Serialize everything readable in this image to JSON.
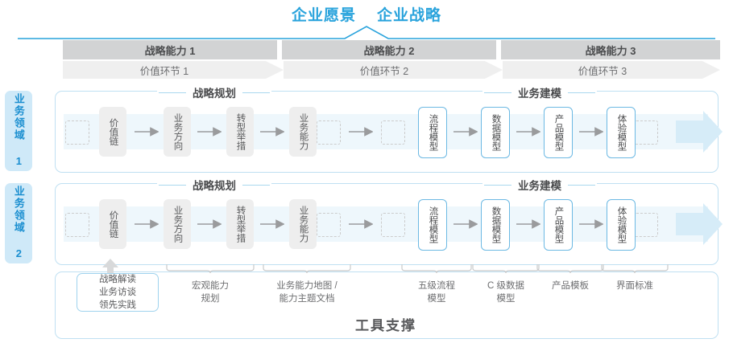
{
  "header": {
    "titles": [
      "企业愿景",
      "企业战略"
    ],
    "accent_color": "#29a3dc"
  },
  "capability_bars": {
    "capabilities": [
      "战略能力 1",
      "战略能力 2",
      "战略能力 3"
    ],
    "value_stages": [
      "价值环节 1",
      "价值环节 2",
      "价值环节 3"
    ],
    "capability_bar_color": "#d2d3d4",
    "value_bar_color": "#efefef"
  },
  "domains": [
    {
      "tab_label": "业务领域 1",
      "sections": [
        {
          "title": "战略规划",
          "stages": [
            "价值链",
            "业务方向",
            "转型举措",
            "业务能力"
          ]
        },
        {
          "title": "业务建模",
          "stages": [
            "流程模型",
            "数据模型",
            "产品模型",
            "体验模型"
          ]
        }
      ]
    },
    {
      "tab_label": "业务领域 2",
      "sections": [
        {
          "title": "战略规划",
          "stages": [
            "价值链",
            "业务方向",
            "转型举措",
            "业务能力"
          ]
        },
        {
          "title": "业务建模",
          "stages": [
            "流程模型",
            "数据模型",
            "产品模型",
            "体验模型"
          ]
        }
      ]
    }
  ],
  "tool_support": {
    "title": "工具支撑",
    "highlight_box": [
      "战略解读",
      "业务访谈",
      "领先实践"
    ],
    "labels": [
      "宏观能力\n规划",
      "业务能力地图 /\n能力主题文档",
      "五级流程\n模型",
      "C 级数据\n模型",
      "产品模板",
      "界面标准"
    ],
    "labels_flat": [
      "宏观能力 规划",
      "业务能力地图 / 能力主题文档",
      "五级流程 模型",
      "C 级数据 模型",
      "产品模板",
      "界面标准"
    ]
  },
  "colors": {
    "accent_blue": "#29a3dc",
    "frame_blue": "#bfe0f2",
    "band_blue": "#eef7fc",
    "tab_blue": "#cfe9f8",
    "box_gray": "#eeeeee",
    "text_gray": "#58595b"
  }
}
